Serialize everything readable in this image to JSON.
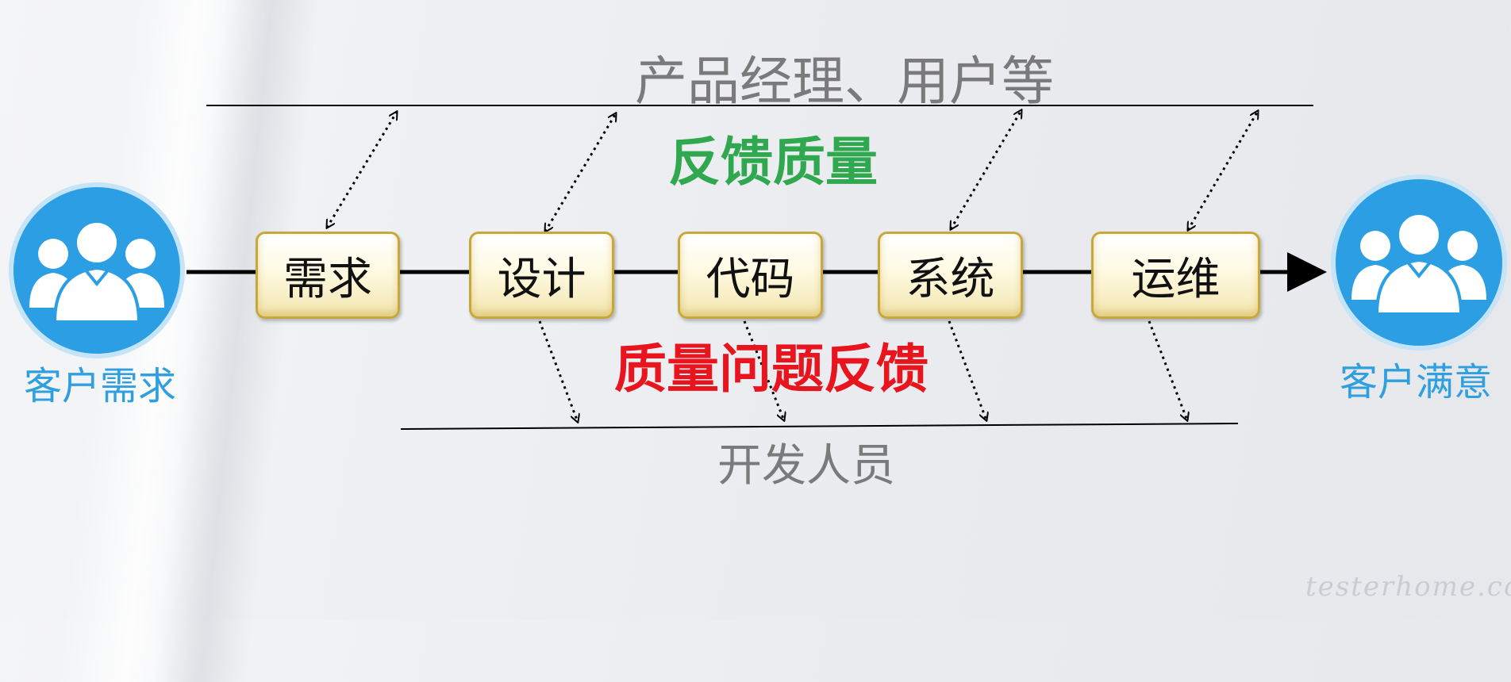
{
  "top_group_label": "产品经理、用户等",
  "feedback_quality_label": "反馈质量",
  "quality_issue_feedback_label": "质量问题反馈",
  "developers_label": "开发人员",
  "customer_demand_label": "客户需求",
  "customer_satisfaction_label": "客户满意",
  "stages": [
    "需求",
    "设计",
    "代码",
    "系统",
    "运维"
  ],
  "watermark": "testerhome.com",
  "colors": {
    "customer_blue": "#2c9fe4",
    "feedback_green": "#2fa84f",
    "issue_red": "#e8141e",
    "box_border": "#c9a83a",
    "gray_text": "#7a7a7a"
  },
  "icons": [
    "people-group-icon",
    "dotted-double-arrow",
    "dotted-down-arrow",
    "flow-arrow"
  ]
}
